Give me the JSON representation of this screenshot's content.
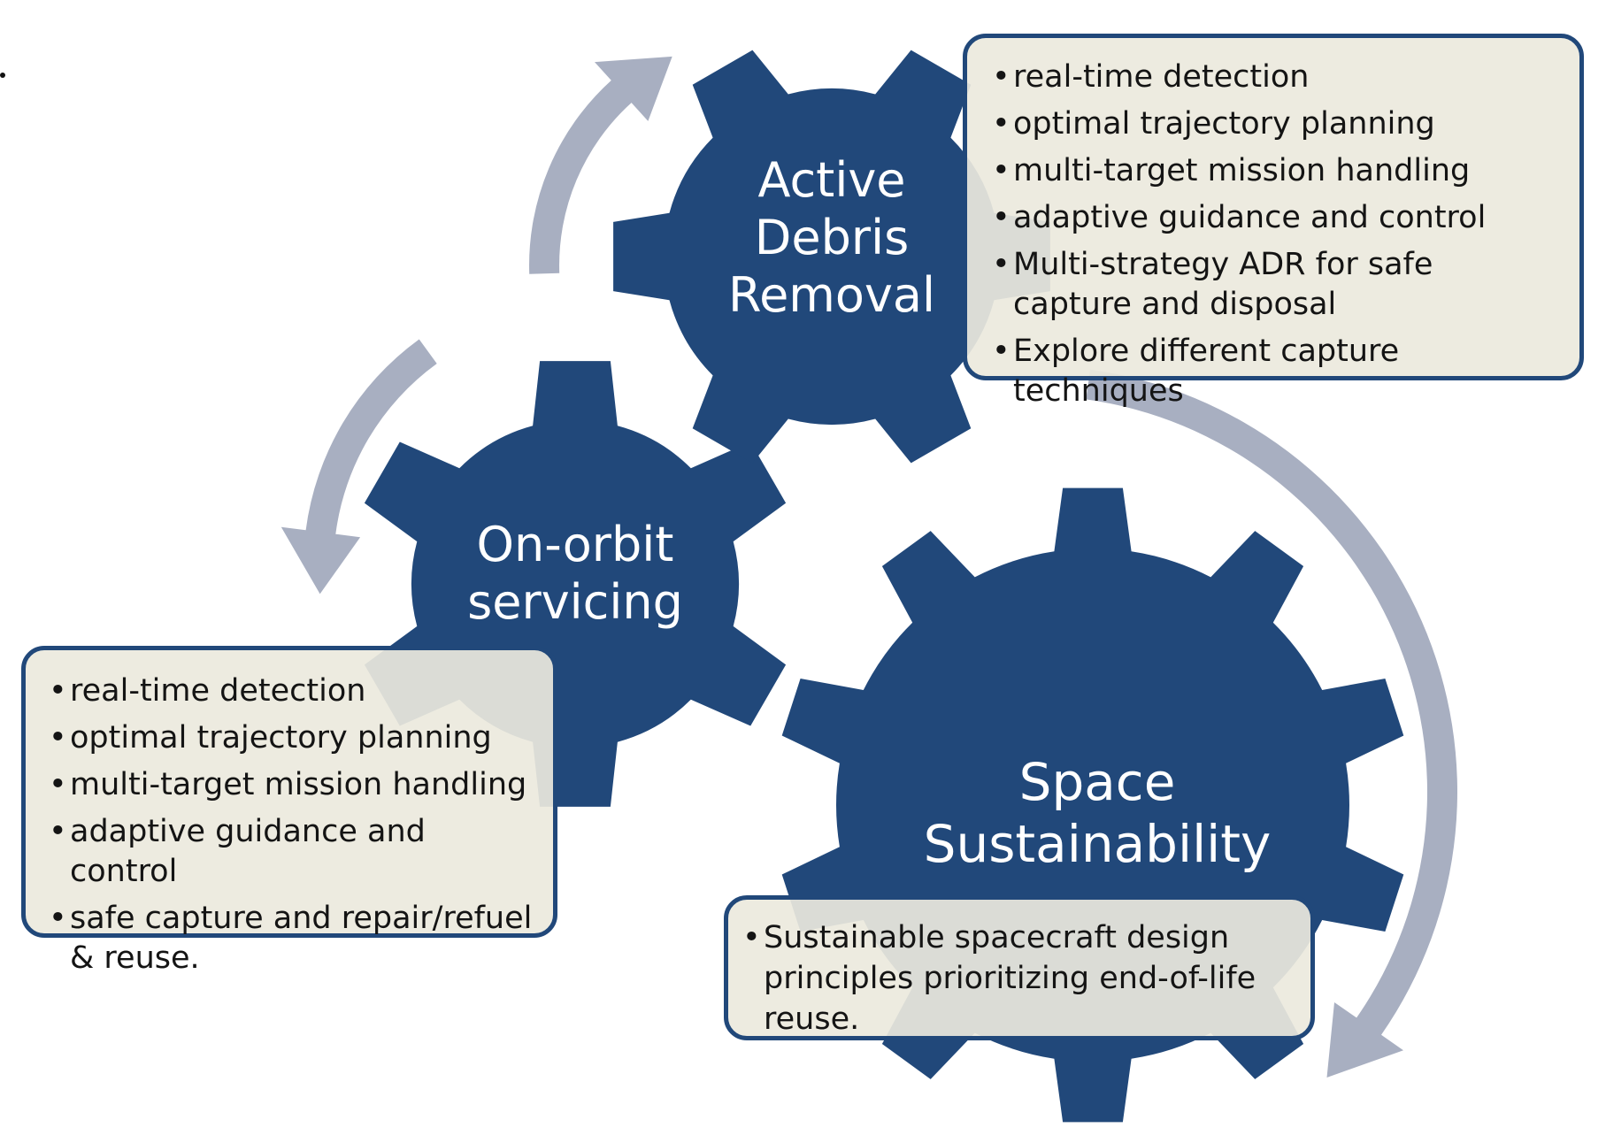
{
  "gears": {
    "adr": {
      "lines": [
        "Active",
        "Debris",
        "Removal"
      ]
    },
    "oos": {
      "lines": [
        "On-orbit",
        "servicing"
      ]
    },
    "ss": {
      "lines": [
        "Space",
        "Sustainability"
      ]
    }
  },
  "boxes": {
    "adr": {
      "items": [
        "real-time detection",
        "optimal trajectory planning",
        "multi-target mission handling",
        "adaptive guidance and control",
        "Multi-strategy ADR for safe capture and disposal",
        "Explore different capture techniques"
      ]
    },
    "oos": {
      "items": [
        "real-time detection",
        "optimal trajectory planning",
        "multi-target mission handling",
        "adaptive guidance and control",
        "safe capture and repair/refuel & reuse."
      ]
    },
    "ss": {
      "items": [
        "Sustainable spacecraft design principles prioritizing end-of-life reuse."
      ]
    }
  },
  "colors": {
    "gear": "#21487a",
    "arrow": "#a8afc1",
    "box_fill": "#ece9dd",
    "box_border": "#21487a"
  }
}
